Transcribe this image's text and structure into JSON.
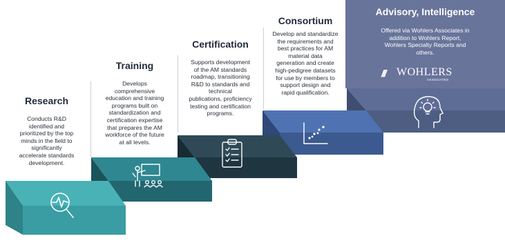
{
  "steps": [
    {
      "title": "Research",
      "description": [
        "Conducts R&D",
        "identified and",
        "prioritized by the top",
        "minds in the field to",
        "significantly",
        "accelerate standards",
        "development."
      ],
      "icon": "heartbeat-magnifier-icon"
    },
    {
      "title": "Training",
      "description": [
        "Develops",
        "comprehensive",
        "education and training",
        "programs built on",
        "standardization and",
        "certification expertise",
        "that prepares the AM",
        "workforce of the future",
        "at all levels."
      ],
      "icon": "presenter-audience-icon"
    },
    {
      "title": "Certification",
      "description": [
        "Supports development",
        "of the AM standards",
        "roadmap, transitioning",
        "R&D to standards and",
        "technical",
        "publications, proficiency",
        "testing and certification",
        "programs."
      ],
      "icon": "clipboard-checklist-icon"
    },
    {
      "title": "Consortium",
      "description": [
        "Develop and standardize",
        "the requirements and",
        "best practices for AM",
        "material data",
        "generation and create",
        "high-pedigree datasets",
        "for use by members to",
        "support design and",
        "rapid qualification."
      ],
      "icon": "scatter-plot-icon"
    },
    {
      "title": "Advisory, Intelligence",
      "description": [
        "Offered via Wohlers Associates in",
        "addition to Wohlers Report,",
        "Wohlers Specialty Reports and",
        "others."
      ],
      "icon": "head-lightbulb-icon"
    }
  ],
  "logo": {
    "mark": "///",
    "word": "WOHLERS",
    "sub": "ASSOCIATES"
  },
  "colors": {
    "step1": "#45adb2",
    "step2": "#2f7f8a",
    "step3": "#27404a",
    "step4": "#4e72ad",
    "step5": "#68749a"
  }
}
